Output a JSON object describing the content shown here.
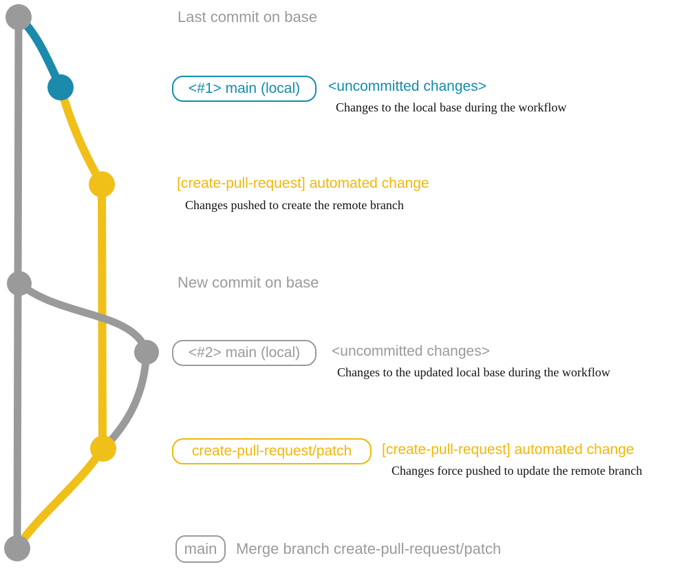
{
  "colors": {
    "gray": "#9a9a9a",
    "teal_text": "#118cac",
    "teal_graph": "#1b8aab",
    "yellow_text": "#f2b705",
    "yellow_graph": "#f0c019",
    "caption_black": "#111111",
    "background": "#ffffff"
  },
  "labels": {
    "last_commit": "Last commit on base",
    "new_commit": "New commit on base",
    "merge_message": "Merge branch create-pull-request/patch"
  },
  "rows": {
    "row1": {
      "badge": "<#1> main (local)",
      "heading": "<uncommitted changes>",
      "caption": "Changes to the local base during the workflow"
    },
    "row2": {
      "heading": "[create-pull-request] automated change",
      "caption": "Changes pushed to create the remote branch"
    },
    "row3": {
      "badge": "<#2> main (local)",
      "heading": "<uncommitted changes>",
      "caption": "Changes to the updated local base during the workflow"
    },
    "row4": {
      "badge": "create-pull-request/patch",
      "heading": "[create-pull-request] automated change",
      "caption": "Changes force pushed to update the remote branch"
    },
    "row5": {
      "badge": "main"
    }
  },
  "graph": {
    "branches": [
      {
        "name": "base",
        "color": "#9a9a9a"
      },
      {
        "name": "main (local)",
        "color": "#1b8aab"
      },
      {
        "name": "create-pull-request/patch",
        "color": "#f0c019"
      }
    ],
    "nodes": [
      {
        "id": "last-commit-on-base",
        "branch": "base",
        "color": "#9a9a9a"
      },
      {
        "id": "uncommitted-changes-1",
        "branch": "main (local)",
        "color": "#1b8aab"
      },
      {
        "id": "automated-change-1",
        "branch": "create-pull-request/patch",
        "color": "#f0c019"
      },
      {
        "id": "new-commit-on-base",
        "branch": "base",
        "color": "#9a9a9a"
      },
      {
        "id": "uncommitted-changes-2",
        "branch": "main (local)",
        "color": "#9a9a9a"
      },
      {
        "id": "automated-change-2",
        "branch": "create-pull-request/patch",
        "color": "#f0c019"
      },
      {
        "id": "merge-commit",
        "branch": "base",
        "color": "#9a9a9a"
      }
    ],
    "edges": [
      {
        "from": "last-commit-on-base",
        "to": "merge-commit",
        "color": "#9a9a9a"
      },
      {
        "from": "last-commit-on-base",
        "to": "uncommitted-changes-1",
        "color": "#1b8aab"
      },
      {
        "from": "uncommitted-changes-1",
        "to": "automated-change-1",
        "color": "#f0c019"
      },
      {
        "from": "automated-change-1",
        "to": "automated-change-2",
        "color": "#f0c019"
      },
      {
        "from": "new-commit-on-base",
        "to": "uncommitted-changes-2",
        "color": "#9a9a9a"
      },
      {
        "from": "uncommitted-changes-2",
        "to": "automated-change-2",
        "color": "#9a9a9a"
      },
      {
        "from": "automated-change-2",
        "to": "merge-commit",
        "color": "#f0c019"
      }
    ]
  }
}
